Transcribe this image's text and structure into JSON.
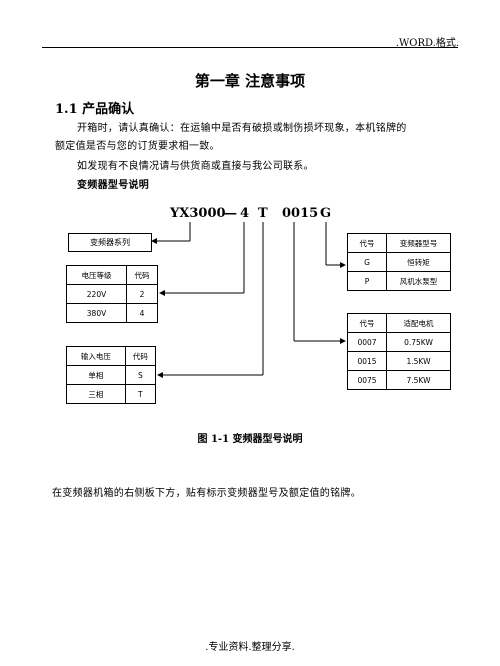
{
  "header": ".WORD.格式.",
  "chapter_title": "第一章  注意事项",
  "section_title": "1.1  产品确认",
  "para1_line1": "开箱时，请认真确认：在运输中是否有破损或制伤损坏现象，本机铭牌的",
  "para1_line2": "额定值是否与您的订货要求相一致。",
  "para2": "如发现有不良情况请与供货商或直接与我公司联系。",
  "subheading": "变频器型号说明",
  "model_code": {
    "series": "YX3000",
    "dash1": "—",
    "voltage": "4",
    "phase": "T",
    "power": "0015",
    "type": "G"
  },
  "series_box": "变频器系列",
  "voltage_table": {
    "headers": [
      "电压等级",
      "代码"
    ],
    "rows": [
      [
        "220V",
        "2"
      ],
      [
        "380V",
        "4"
      ]
    ]
  },
  "phase_table": {
    "headers": [
      "输入电压",
      "代码"
    ],
    "rows": [
      [
        "单相",
        "S"
      ],
      [
        "三相",
        "T"
      ]
    ]
  },
  "type_table": {
    "headers": [
      "代号",
      "变频器型号"
    ],
    "rows": [
      [
        "G",
        "恒转矩"
      ],
      [
        "P",
        "风机水泵型"
      ]
    ]
  },
  "motor_table": {
    "headers": [
      "代号",
      "适配电机"
    ],
    "rows": [
      [
        "0007",
        "0.75KW"
      ],
      [
        "0015",
        "1.5KW"
      ],
      [
        "0075",
        "7.5KW"
      ]
    ]
  },
  "figure_caption": "图 1-1 变频器型号说明",
  "para3": "在变频器机箱的右侧板下方，贴有标示变频器型号及额定值的铭牌。",
  "footer": ".专业资料.整理分享."
}
